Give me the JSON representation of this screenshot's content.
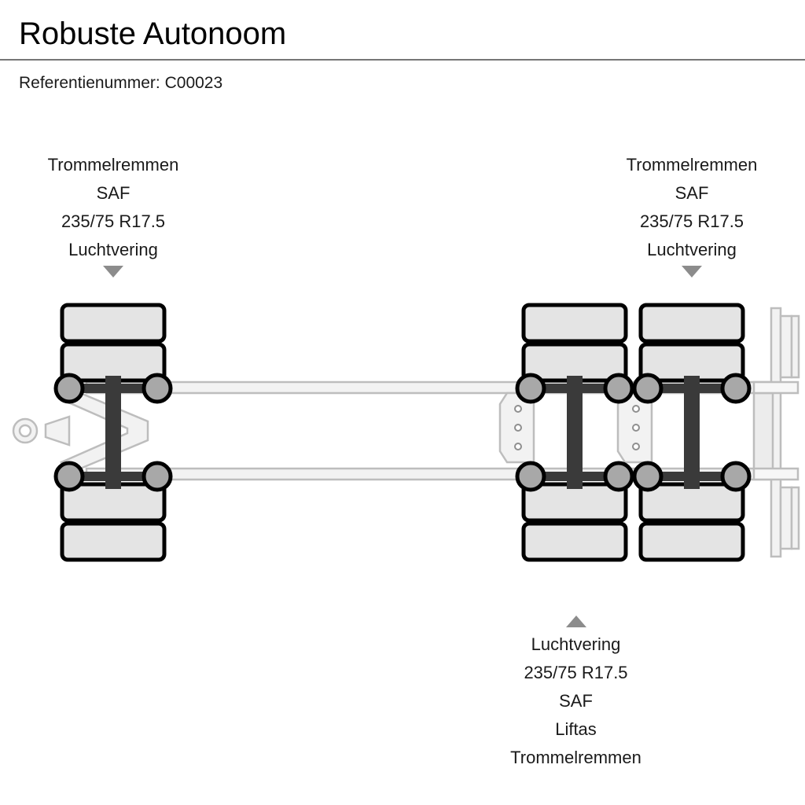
{
  "header": {
    "title": "Robuste Autonoom",
    "reference_label": "Referentienummer:",
    "reference_value": "C00023",
    "rule_color": "#767676"
  },
  "annotations": {
    "front_axle": {
      "marker": "triangle-down-icon",
      "lines": [
        "Trommelremmen",
        "SAF",
        "235/75 R17.5",
        "Luchtvering"
      ]
    },
    "rear_axle_right": {
      "marker": "triangle-down-icon",
      "lines": [
        "Trommelremmen",
        "SAF",
        "235/75 R17.5",
        "Luchtvering"
      ]
    },
    "rear_axle_bottom": {
      "marker": "triangle-up-icon",
      "lines": [
        "Luchtvering",
        "235/75 R17.5",
        "SAF",
        "Liftas",
        "Trommelremmen"
      ]
    }
  },
  "diagram": {
    "type": "trailer-top-view-schematic",
    "axle_count": 3,
    "colors": {
      "tire_fill": "#e4e4e4",
      "tire_stroke": "#000000",
      "hub_fill": "#a8a8a8",
      "hub_stroke": "#000000",
      "beam_fill": "#3a3a3a",
      "chassis_fill": "#f2f2f2",
      "chassis_stroke": "#b3b3b3",
      "marker_gray": "#8c8c8c"
    },
    "parts": [
      "towing-eye",
      "drawbar",
      "chassis-rail-top",
      "chassis-rail-bottom",
      "cross-member-1",
      "cross-member-2",
      "axle-front",
      "axle-rear-1",
      "axle-rear-2",
      "rear-underride-guard"
    ]
  }
}
